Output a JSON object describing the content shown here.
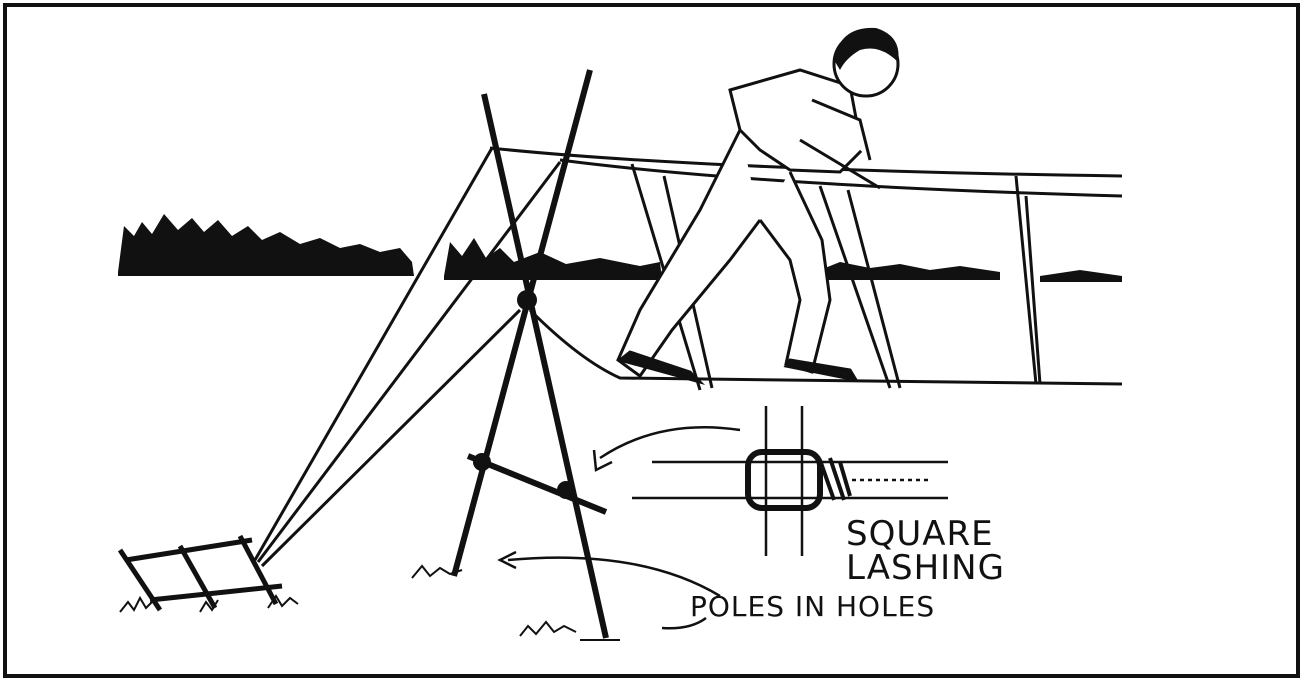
{
  "labels": {
    "square": "SQUARE",
    "lashing": "LASHING",
    "poles": "POLES IN HOLES"
  }
}
